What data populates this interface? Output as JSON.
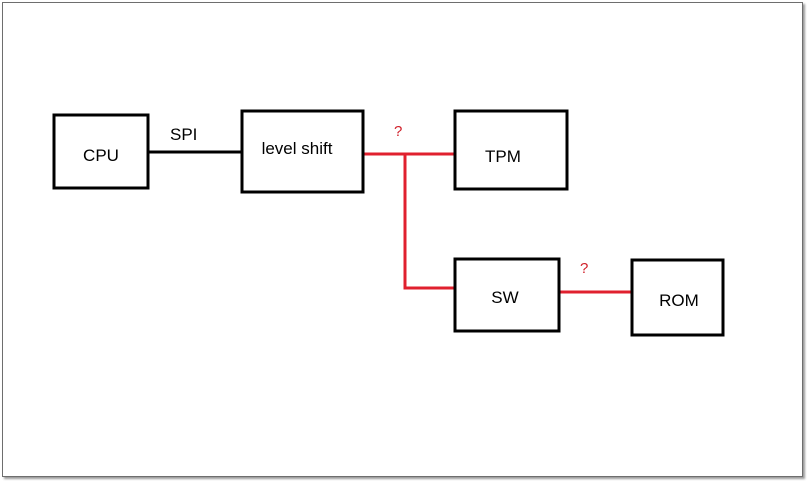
{
  "diagram": {
    "nodes": {
      "cpu": "CPU",
      "level_shift": "level shift",
      "tpm": "TPM",
      "sw": "SW",
      "rom": "ROM"
    },
    "links": {
      "cpu_to_level_shift": "SPI",
      "level_shift_to_tpm": "?",
      "sw_to_rom": "?"
    },
    "colors": {
      "box_stroke": "#000000",
      "spi_wire": "#000000",
      "question_wire": "#e0202e",
      "question_text": "#d0202a"
    }
  }
}
